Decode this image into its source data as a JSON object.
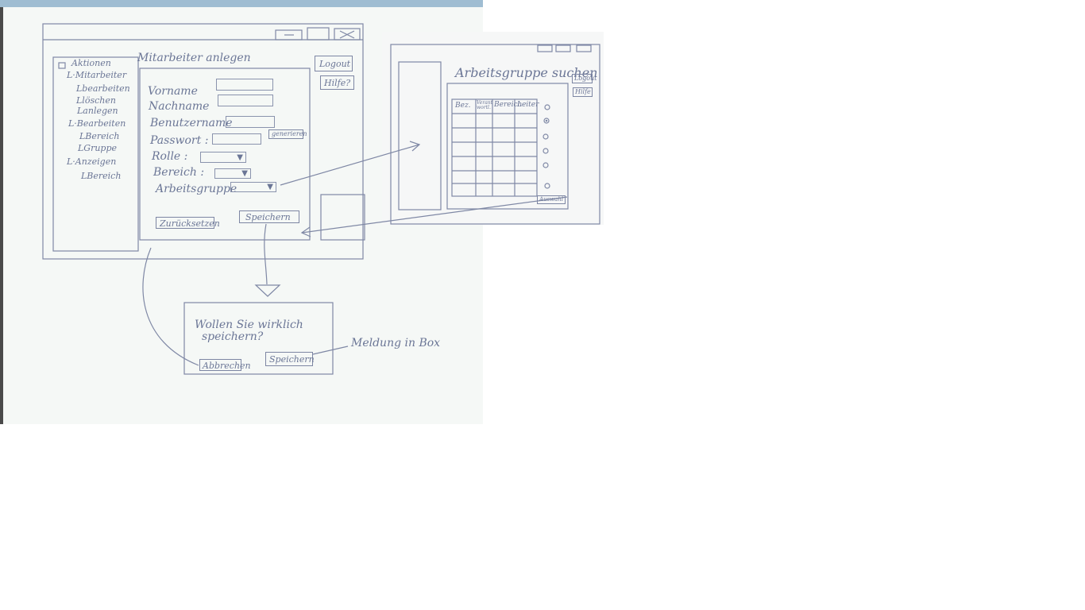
{
  "main_window": {
    "title": "Mitarbeiter anlegen",
    "tree": {
      "root": "Aktionen",
      "items": [
        "L·Mitarbeiter",
        "Lbearbeiten",
        "Llöschen",
        "Lanlegen",
        "L·Bearbeiten",
        "LBereich",
        "LGruppe",
        "L·Anzeigen",
        "LBereich"
      ]
    },
    "logout_label": "Logout",
    "help_label": "Hilfe?",
    "fields": {
      "vorname": "Vorname",
      "nachname": "Nachname",
      "benutzername": "Benutzername",
      "passwort": "Passwort :",
      "rolle": "Rolle :",
      "bereich": "Bereich :",
      "arbeitsgruppe": "Arbeitsgruppe"
    },
    "generate_label": "generieren",
    "reset_label": "Zurücksetzen",
    "save_label": "Speichern"
  },
  "confirm_box": {
    "message_line1": "Wollen Sie wirklich",
    "message_line2": "speichern?",
    "cancel_label": "Abbrechen",
    "save_label": "Speichern",
    "annotation": "Meldung in Box"
  },
  "search_window": {
    "title": "Arbeitsgruppe suchen",
    "logout_label": "Logout",
    "help_label": "Hilfe",
    "table_headers": [
      "Bez.",
      "Verant wortl.",
      "Bereich",
      "Leiter"
    ],
    "select_label": "Auswahl"
  }
}
